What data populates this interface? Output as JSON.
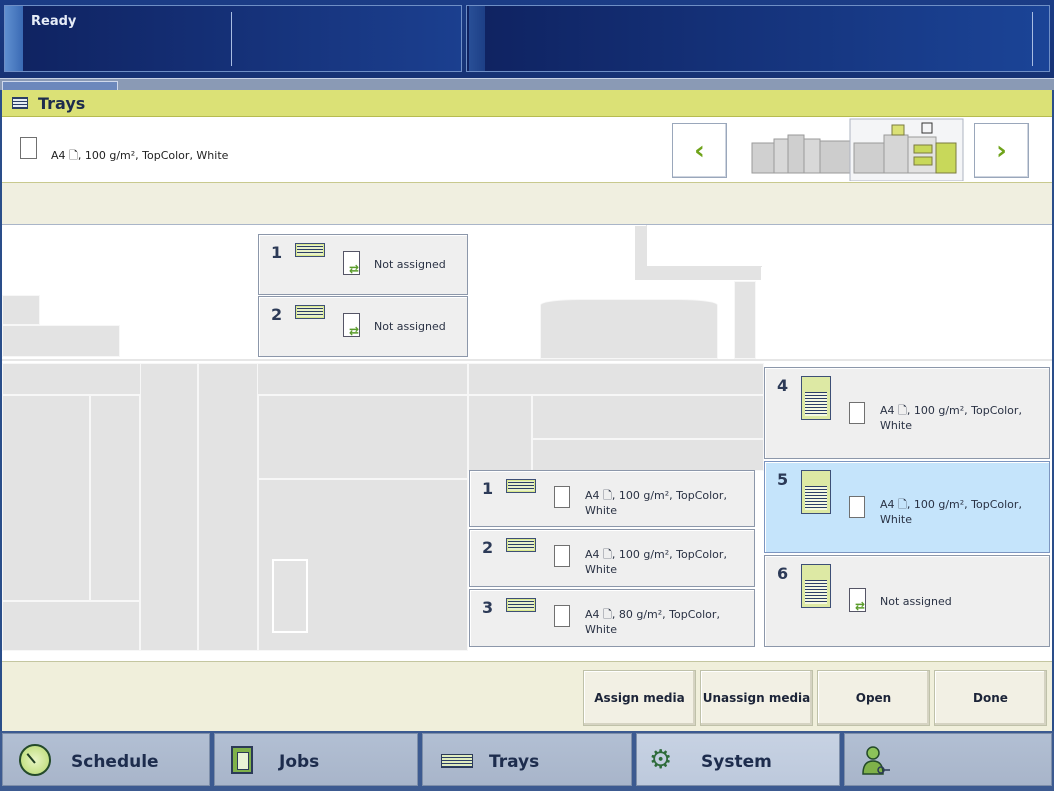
{
  "status": {
    "text": "Ready"
  },
  "window": {
    "title": "Trays"
  },
  "media_info": {
    "label": "A4 🗋, 100 g/m², TopColor, White"
  },
  "nav": {
    "prev_symbol": "‹",
    "next_symbol": "›"
  },
  "top_trays": [
    {
      "number": "1",
      "media": "Not assigned"
    },
    {
      "number": "2",
      "media": "Not assigned"
    }
  ],
  "middle_trays": [
    {
      "number": "1",
      "media": "A4 🗋, 100 g/m², TopColor, White"
    },
    {
      "number": "2",
      "media": "A4 🗋, 100 g/m², TopColor, White"
    },
    {
      "number": "3",
      "media": "A4 🗋, 80 g/m², TopColor, White"
    }
  ],
  "right_trays": [
    {
      "number": "4",
      "media": "A4 🗋, 100 g/m², TopColor, White",
      "selected": false
    },
    {
      "number": "5",
      "media": "A4 🗋, 100 g/m², TopColor, White",
      "selected": true
    },
    {
      "number": "6",
      "media": "Not assigned",
      "selected": false
    }
  ],
  "actions": {
    "assign": "Assign media",
    "unassign": "Unassign media",
    "open": "Open",
    "done": "Done"
  },
  "bottom_nav": {
    "schedule": "Schedule",
    "jobs": "Jobs",
    "trays": "Trays",
    "system": "System"
  },
  "colors": {
    "accent": "#dbe176",
    "selected_tray": "#c5e4fb",
    "nav_arrow": "#6fa31a"
  }
}
